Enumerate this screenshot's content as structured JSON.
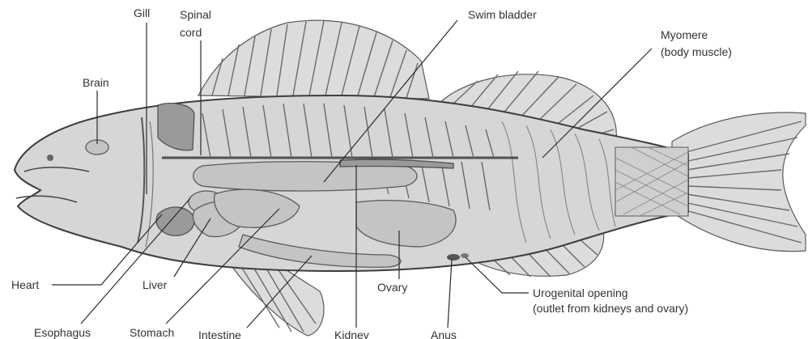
{
  "figure": {
    "colors": {
      "background": "#ffffff",
      "line": "#2b2b2b",
      "text": "#333333",
      "fill_light": "#e2e2e2",
      "fill_mid": "#c4c4c4",
      "fill_dark": "#9a9a9a"
    },
    "labels": {
      "gill": "Gill",
      "spinal_cord_1": "Spinal",
      "spinal_cord_2": "cord",
      "brain": "Brain",
      "swim_bladder": "Swim bladder",
      "myomere_1": "Myomere",
      "myomere_2": "(body muscle)",
      "heart": "Heart",
      "liver": "Liver",
      "ovary": "Ovary",
      "urogenital_1": "Urogenital opening",
      "urogenital_2": "(outlet from kidneys and ovary)",
      "esophagus": "Esophagus",
      "stomach": "Stomach",
      "intestine": "Intestine",
      "kidney": "Kidney",
      "anus": "Anus"
    }
  }
}
